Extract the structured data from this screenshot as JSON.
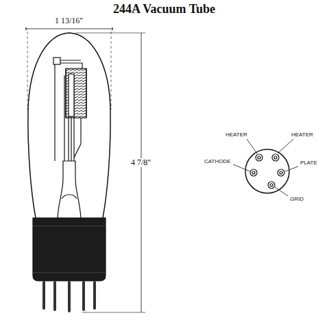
{
  "diagram": {
    "title": "244A Vacuum Tube",
    "labels": [
      "1 13/16\"",
      "4 7/8\"",
      "HEATER",
      "HEATER",
      "CATHODE",
      "PLATE",
      "GRID"
    ]
  }
}
